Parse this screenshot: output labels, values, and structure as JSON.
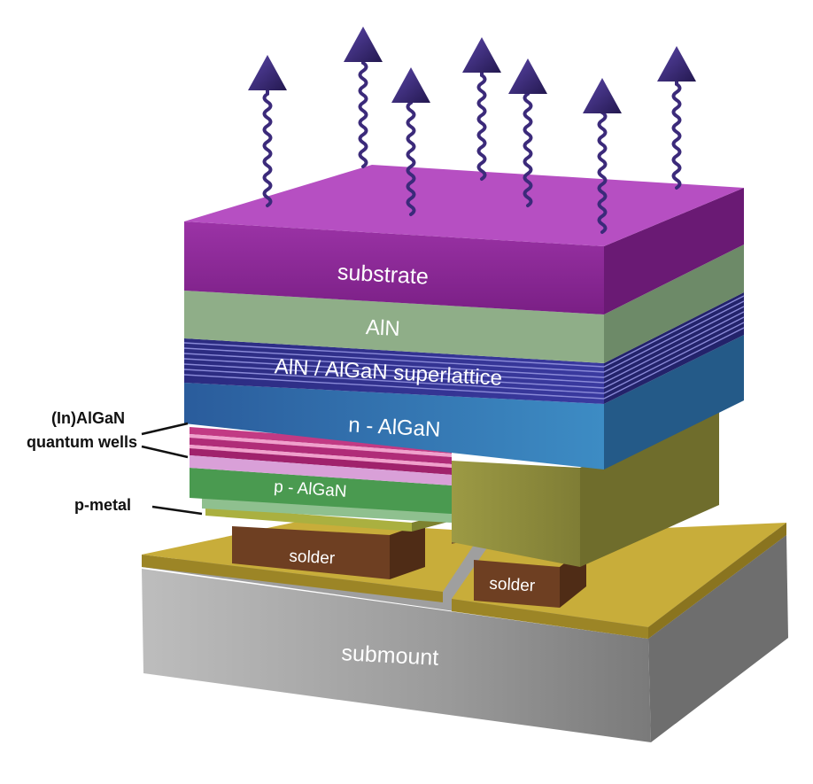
{
  "layers": {
    "substrate": "substrate",
    "aln": "AlN",
    "superlattice": "AlN / AlGaN superlattice",
    "n_algan": "n - AlGaN",
    "p_algan": "p - AlGaN",
    "solder_left": "solder",
    "solder_right": "solder",
    "submount": "submount"
  },
  "callouts": {
    "in_algan": "(In)AlGaN",
    "quantum_wells": "quantum wells",
    "p_metal": "p-metal"
  },
  "photon_count": 7,
  "colors": {
    "substrate": "#8a2b96",
    "aln": "#8fae88",
    "superlattice": "#2d2d8c",
    "n_algan": "#2f6fae",
    "quantum_wells": "#c0347e",
    "p_algan": "#4e9b55",
    "p_metal": "#a3a83c",
    "n_contact": "#8f8f3e",
    "solder": "#7a4a2a",
    "pads": "#b49a2e",
    "submount": "#8c8c8c",
    "photon": "#3b2a7a"
  }
}
